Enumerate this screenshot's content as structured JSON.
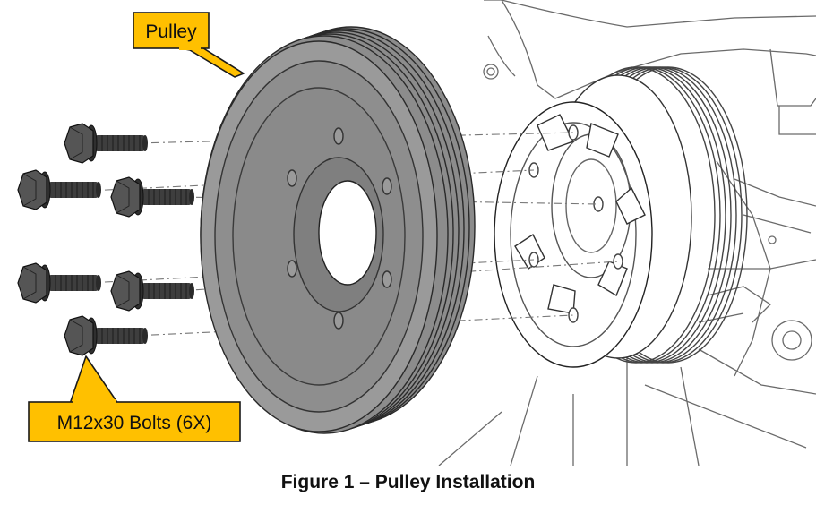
{
  "callouts": {
    "pulley": "Pulley",
    "bolts": "M12x30 Bolts (6X)"
  },
  "caption": "Figure 1 – Pulley Installation",
  "colors": {
    "callout_fill": "#FFC000",
    "callout_stroke": "#1a1a1a",
    "pulley_gray": "#8c8c8c",
    "bolt_dark": "#4a4a4a",
    "line_art": "#555555"
  }
}
